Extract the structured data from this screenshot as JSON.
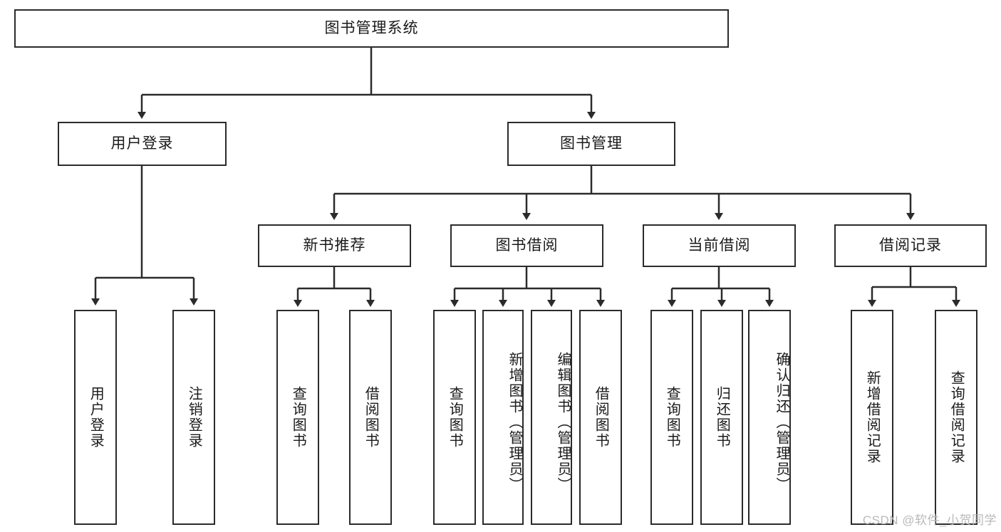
{
  "diagram": {
    "title": "图书管理系统",
    "type": "tree-hierarchy",
    "watermark": "CSDN @软件_小贺同学",
    "levels": {
      "root": {
        "label": "图书管理系统"
      },
      "level2": [
        {
          "label": "用户登录"
        },
        {
          "label": "图书管理"
        }
      ],
      "level3": [
        {
          "label": "新书推荐"
        },
        {
          "label": "图书借阅"
        },
        {
          "label": "当前借阅"
        },
        {
          "label": "借阅记录"
        }
      ],
      "leaves": {
        "user_login": [
          {
            "label": "用户登录"
          },
          {
            "label": "注销登录"
          }
        ],
        "new_book_recommend": [
          {
            "label": "查询图书"
          },
          {
            "label": "借阅图书"
          }
        ],
        "book_borrow": [
          {
            "label": "查询图书"
          },
          {
            "label": "新增图书（管理员）"
          },
          {
            "label": "编辑图书（管理员）"
          },
          {
            "label": "借阅图书"
          }
        ],
        "current_borrow": [
          {
            "label": "查询图书"
          },
          {
            "label": "归还图书"
          },
          {
            "label": "确认归还（管理员）"
          }
        ],
        "borrow_record": [
          {
            "label": "新增借阅记录"
          },
          {
            "label": "查询借阅记录"
          }
        ]
      }
    },
    "colors": {
      "stroke": "#2b2b2b",
      "fill": "#ffffff",
      "text": "#1a1a1a",
      "watermark": "#b9b9b9"
    }
  }
}
